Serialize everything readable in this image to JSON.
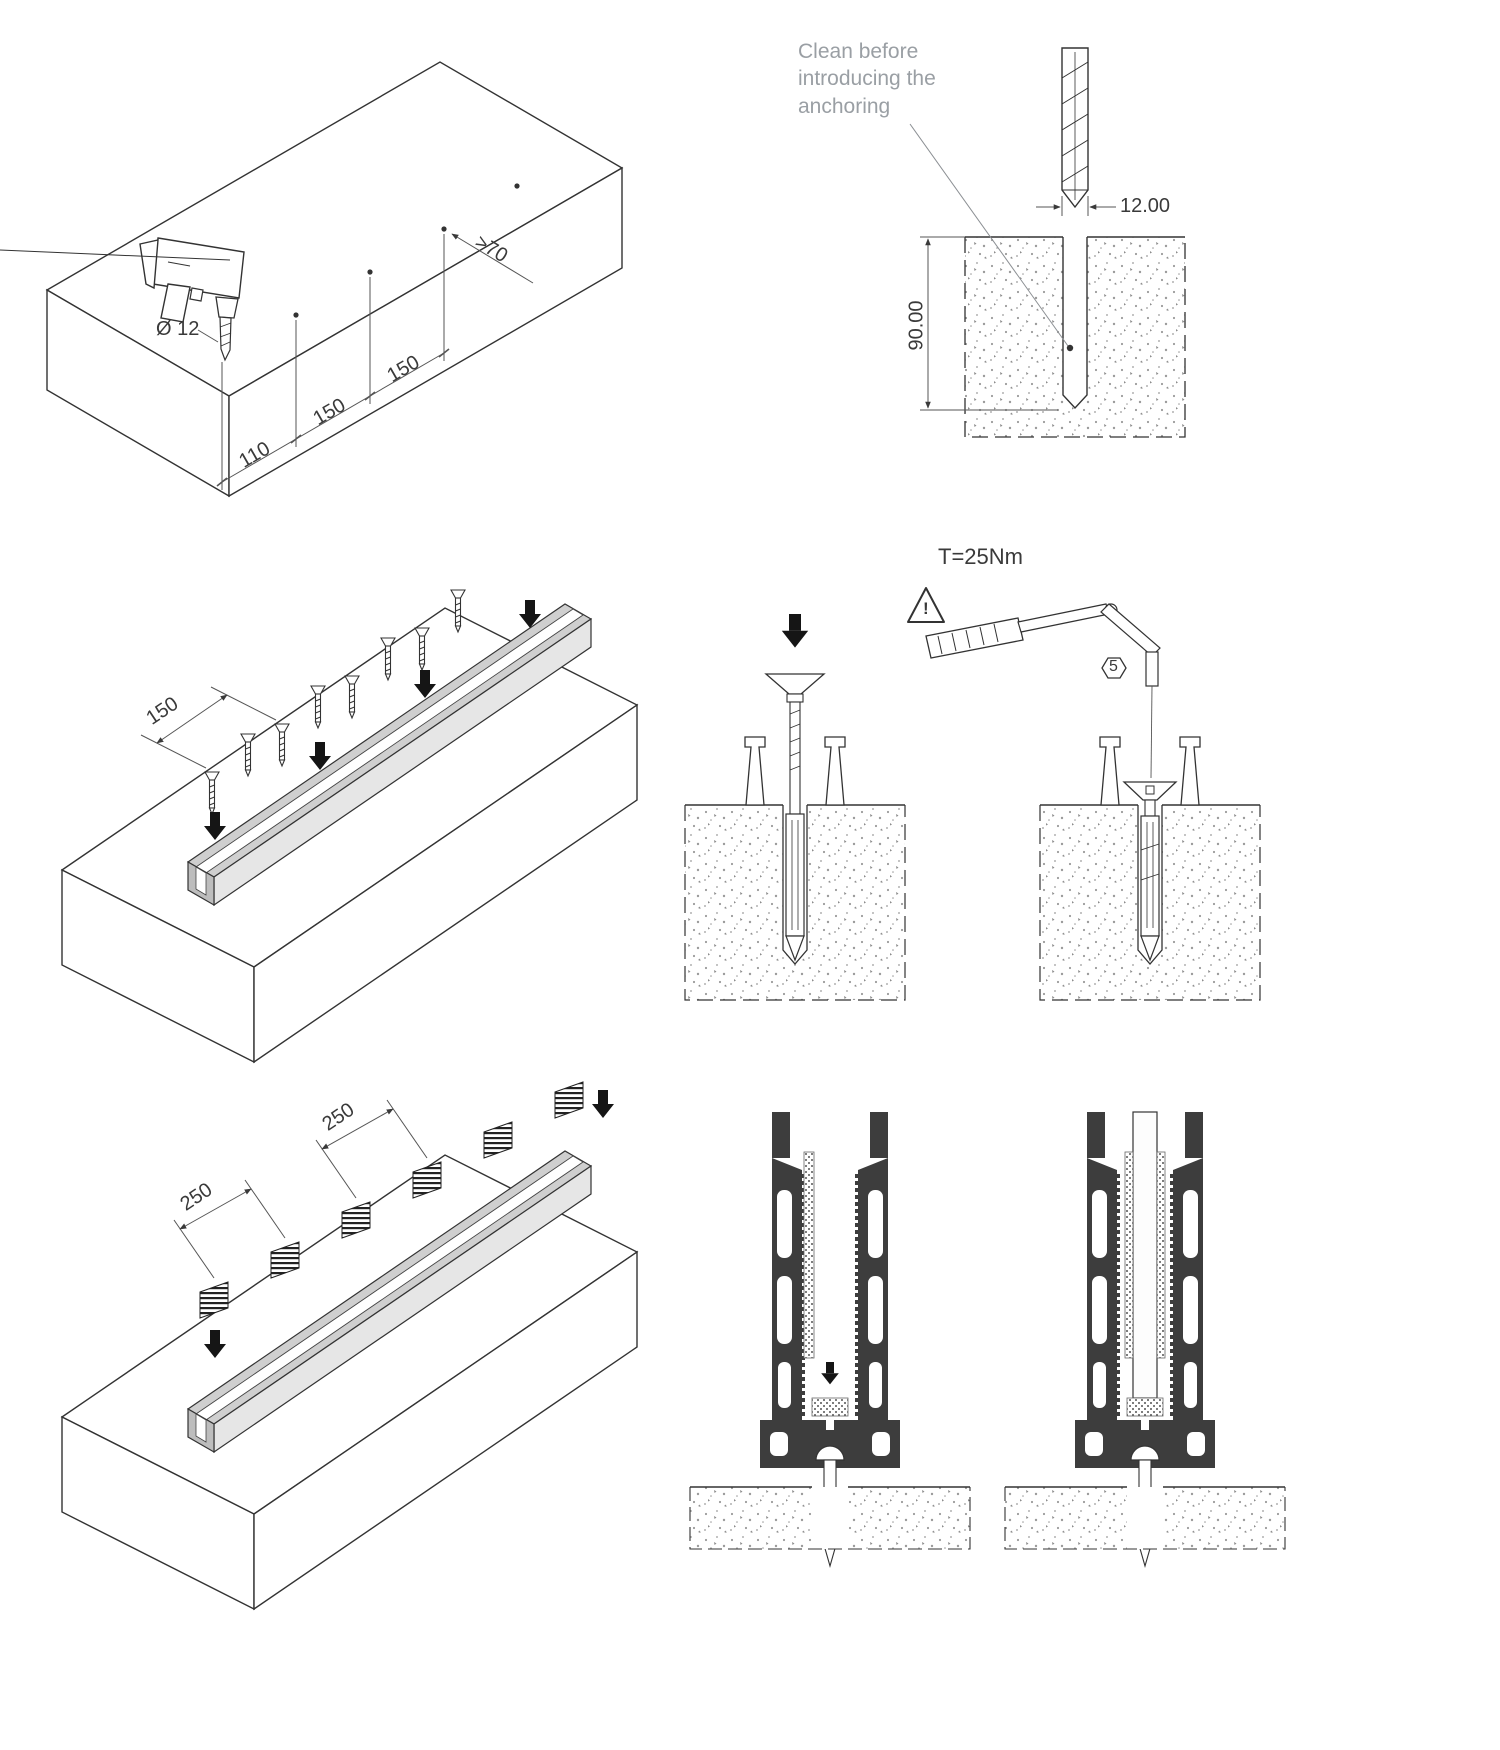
{
  "colors": {
    "line": "#333333",
    "note_text": "#9a9fa4",
    "arrow_fill": "#151515",
    "profile_fill": "#3d3d3d"
  },
  "panel1": {
    "diameter": "Ø 12",
    "edge_distance": ">70",
    "dims": [
      "110",
      "150",
      "150"
    ]
  },
  "panel2": {
    "note": "Clean before introducing the anchoring",
    "hole_width": "12.00",
    "hole_depth": "90.00"
  },
  "panel3": {
    "spacing": "150"
  },
  "panel4": {
    "torque": "T=25Nm",
    "hex_size": "5",
    "warning": "!"
  },
  "pan5": {},
  "panel5": {
    "spacing_a": "250",
    "spacing_b": "250"
  }
}
